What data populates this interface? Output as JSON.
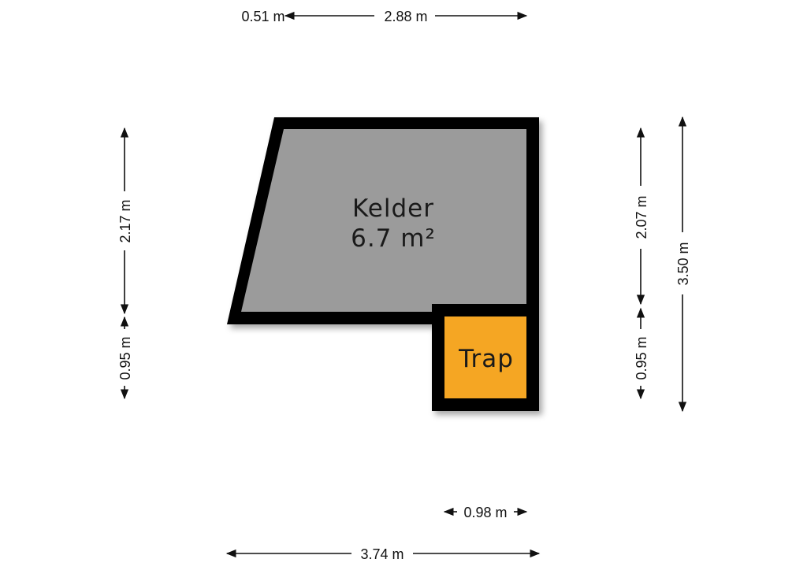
{
  "rooms": {
    "kelder": {
      "name": "Kelder",
      "area": "6.7 m²",
      "fill": "#9b9b9b"
    },
    "trap": {
      "name": "Trap",
      "fill": "#f5a623"
    }
  },
  "wall_color": "#000000",
  "dimensions": {
    "top_left": "0.51 m",
    "top_main": "2.88 m",
    "left_upper": "2.17 m",
    "left_lower": "0.95 m",
    "right_upper": "2.07 m",
    "right_lower": "0.95 m",
    "right_total": "3.50 m",
    "bottom_small": "0.98 m",
    "bottom_total": "3.74 m"
  }
}
